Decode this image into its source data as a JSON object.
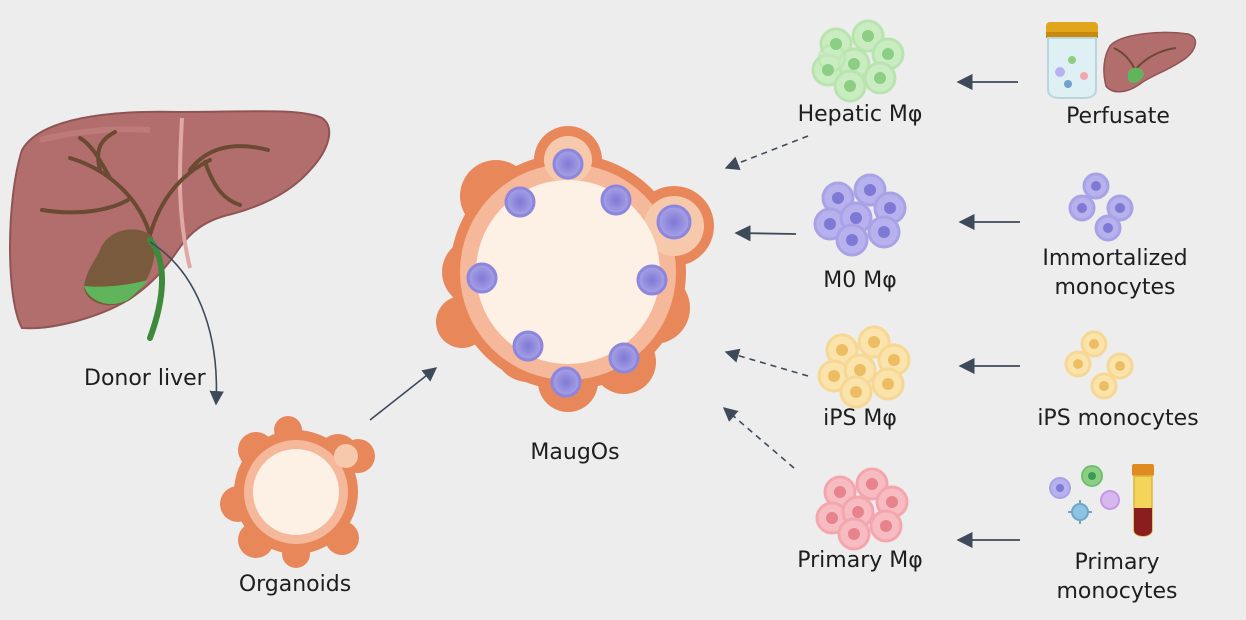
{
  "labels": {
    "donor_liver": "Donor liver",
    "organoids": "Organoids",
    "maugos": "MaugOs",
    "hepatic": "Hepatic Mφ",
    "m0": "M0 Mφ",
    "ips_mac": "iPS Mφ",
    "primary_mac": "Primary Mφ",
    "perfusate": "Perfusate",
    "immortalized_1": "Immortalized",
    "immortalized_2": "monocytes",
    "ips_mono": "iPS monocytes",
    "primary_mono_1": "Primary",
    "primary_mono_2": "monocytes"
  },
  "colors": {
    "background": "#ededed",
    "liver": "#b26d6d",
    "bile_duct": "#6a4a32",
    "gallbladder_green": "#5fb45c",
    "organoid_rim": "#e8875a",
    "organoid_lumen": "#fdf0e4",
    "hepatic_green": "#b9e4b0",
    "m0_purple": "#a9a2e6",
    "ips_yellow": "#f6d894",
    "primary_pink": "#f3a6ad",
    "arrow": "#3e4a5a"
  }
}
